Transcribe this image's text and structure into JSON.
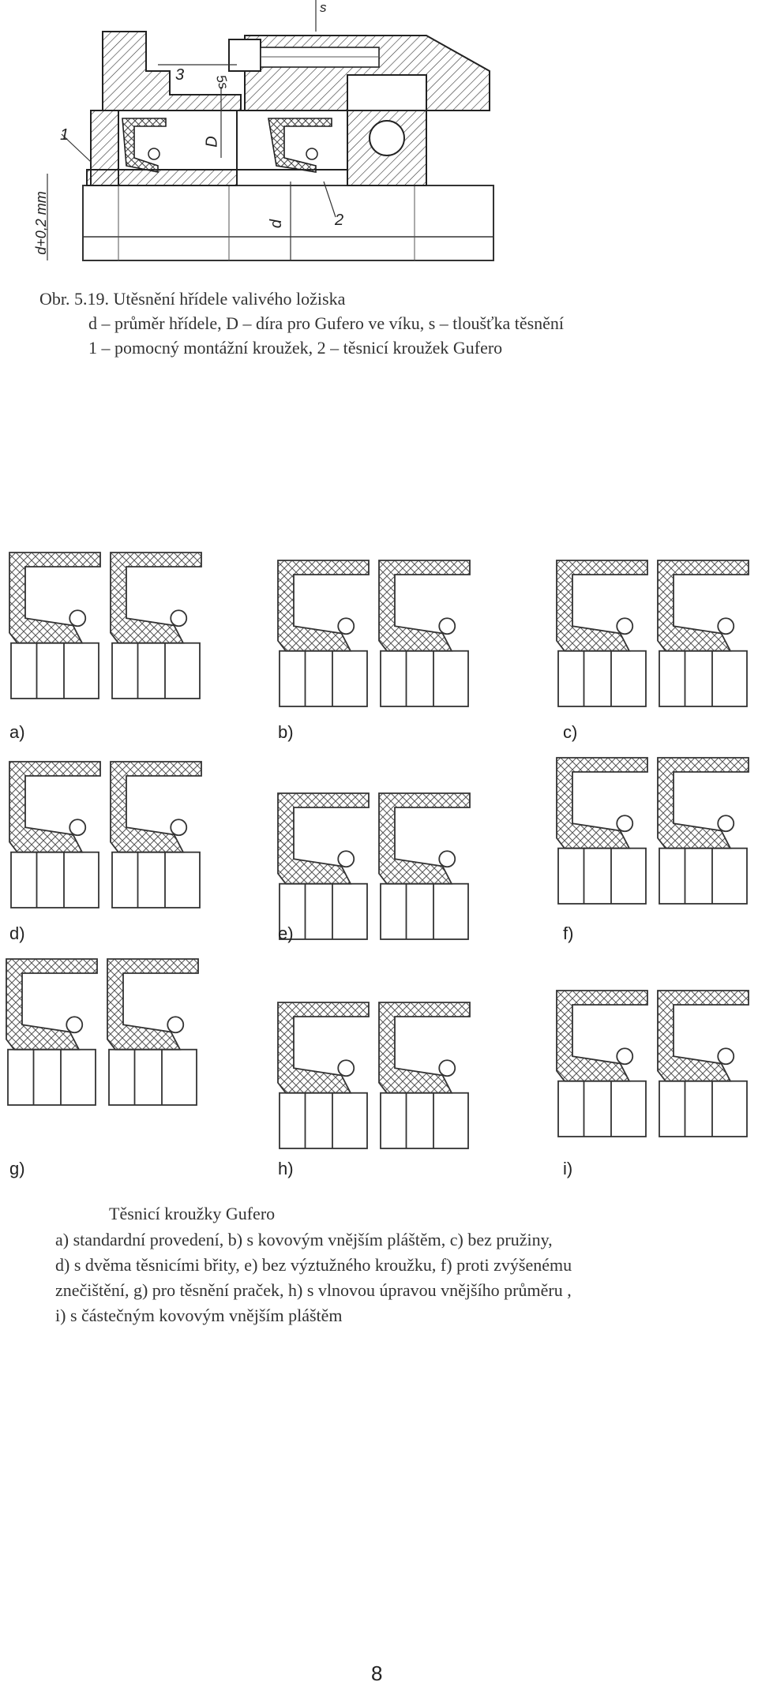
{
  "figure1": {
    "caption_title": "Obr. 5.19. Utěsnění hřídele valivého ložiska",
    "caption_line2": "d – průměr hřídele, D – díra pro Gufero ve víku, s – tloušťka těsnění",
    "caption_line3": "1 – pomocný montážní kroužek, 2 – těsnicí kroužek Gufero",
    "labels": {
      "one": "1",
      "two": "2",
      "three": "3",
      "five_s": "5s",
      "s": "s",
      "D": "D",
      "d": "d",
      "dim": "d+0,2 mm"
    }
  },
  "figure2": {
    "items": [
      {
        "label": "a)"
      },
      {
        "label": "b)"
      },
      {
        "label": "c)"
      },
      {
        "label": "d)"
      },
      {
        "label": "e)"
      },
      {
        "label": "f)"
      },
      {
        "label": "g)"
      },
      {
        "label": "h)"
      },
      {
        "label": "i)"
      }
    ],
    "caption_title": "Těsnicí kroužky Gufero",
    "caption_line1": "a) standardní provedení, b) s kovovým vnějším pláštěm, c) bez pružiny,",
    "caption_line2": "d) s dvěma těsnicími břity, e) bez výztužného kroužku, f) proti zvýšenému",
    "caption_line3": "znečištění, g) pro těsnění praček, h) s vlnovou úpravou vnějšího průměru ,",
    "caption_line4": "i) s částečným kovovým vnějším pláštěm"
  },
  "page_number": "8"
}
